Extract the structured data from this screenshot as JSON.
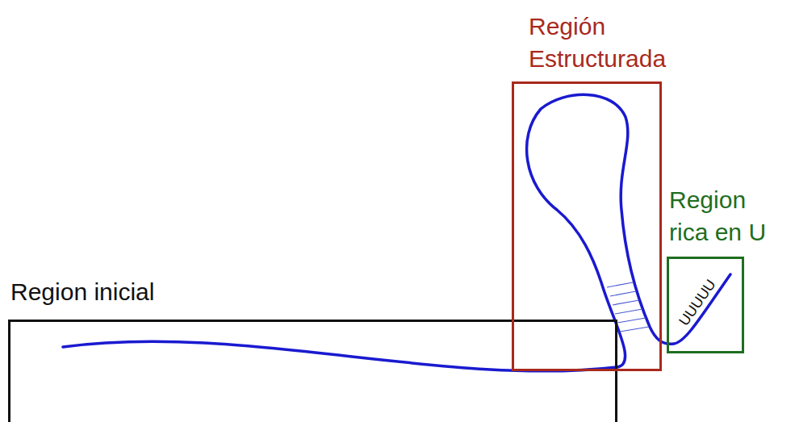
{
  "diagram": {
    "nodes": [
      {
        "text": [
          "Region inicial"
        ]
      },
      {
        "text": [
          "Región Estructurada"
        ]
      },
      {
        "text": [
          "Region rica en U"
        ]
      }
    ],
    "labels": [
      "UUUUU"
    ]
  }
}
